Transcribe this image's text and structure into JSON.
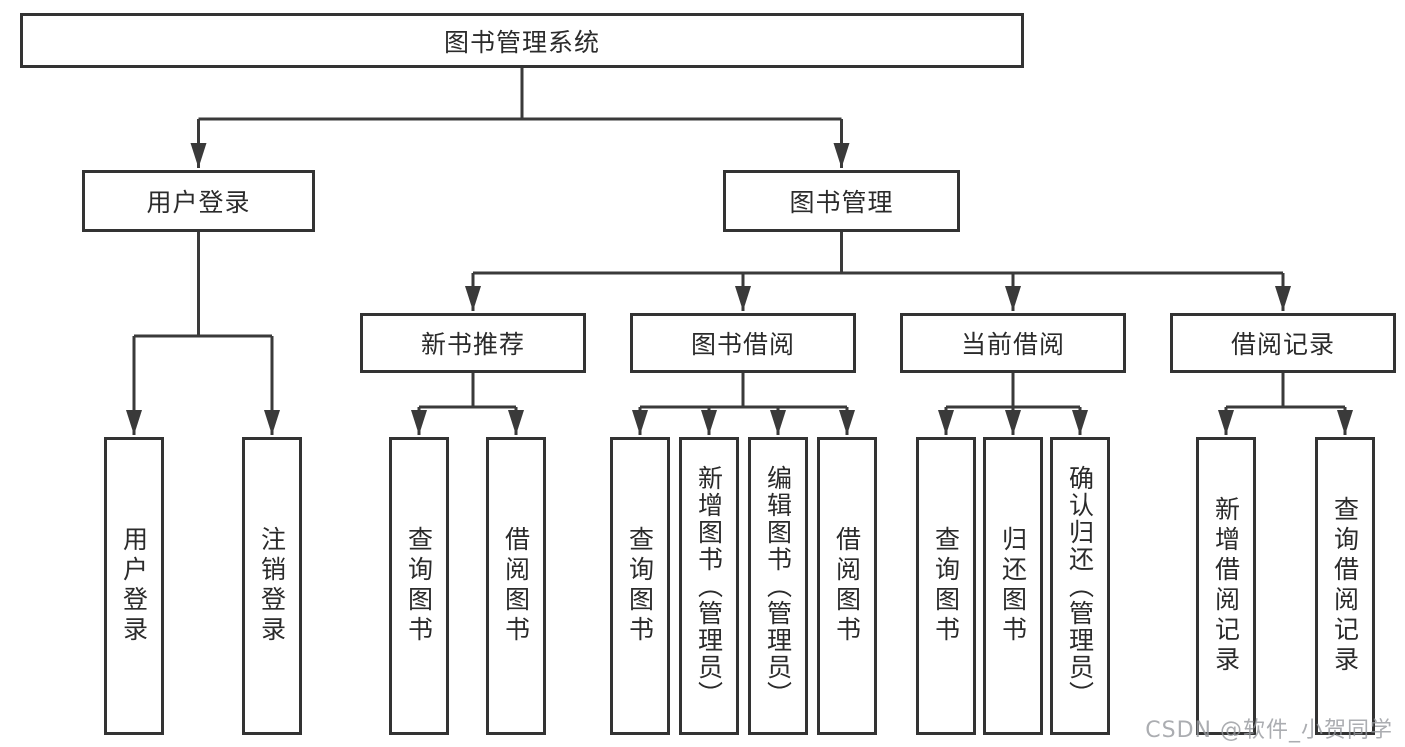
{
  "colors": {
    "line": "#3a3a3a",
    "box_border": "#333333",
    "text": "#2b2b2b",
    "watermark": "#96999e",
    "background": "#ffffff"
  },
  "watermark": {
    "text": "CSDN @软件_小贺同学"
  },
  "tree": {
    "label": "图书管理系统",
    "children": [
      {
        "label": "用户登录",
        "children": [
          {
            "label": "用户登录"
          },
          {
            "label": "注销登录"
          }
        ]
      },
      {
        "label": "图书管理",
        "children": [
          {
            "label": "新书推荐",
            "children": [
              {
                "label": "查询图书"
              },
              {
                "label": "借阅图书"
              }
            ]
          },
          {
            "label": "图书借阅",
            "children": [
              {
                "label": "查询图书"
              },
              {
                "label": "新增图书（管理员）"
              },
              {
                "label": "编辑图书（管理员）"
              },
              {
                "label": "借阅图书"
              }
            ]
          },
          {
            "label": "当前借阅",
            "children": [
              {
                "label": "查询图书"
              },
              {
                "label": "归还图书"
              },
              {
                "label": "确认归还（管理员）"
              }
            ]
          },
          {
            "label": "借阅记录",
            "children": [
              {
                "label": "新增借阅记录"
              },
              {
                "label": "查询借阅记录"
              }
            ]
          }
        ]
      }
    ]
  }
}
